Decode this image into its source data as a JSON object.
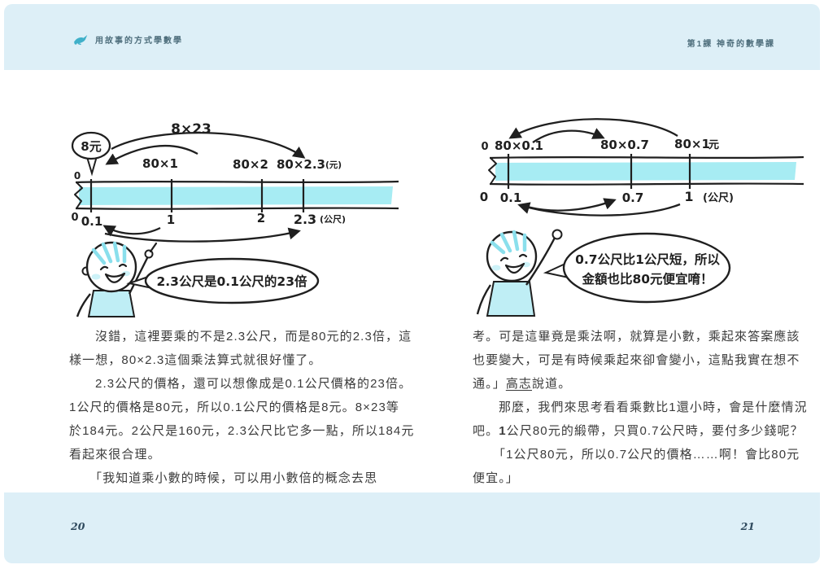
{
  "colors": {
    "band_background": "#ddeff7",
    "content_background": "#ffffff",
    "ribbon_cyan": "#a7ecf3",
    "hair_cyan": "#8adfec",
    "ink": "#222222",
    "body_text": "#3b3b3b",
    "header_text": "#4e6e7c",
    "logo_teal": "#3fb0c9"
  },
  "header": {
    "book_title": "用故事的方式學數學",
    "chapter": "第1課 神奇的數學課"
  },
  "footer": {
    "left_page_number": "20",
    "right_page_number": "21"
  },
  "left_page": {
    "diagram": {
      "multiply_label": "8×23",
      "price_bubble": "8元",
      "top_labels": [
        "0",
        "80×1",
        "80×2",
        "80×2.3",
        "(元)"
      ],
      "bottom_labels": [
        "0",
        "0.1",
        "1",
        "2",
        "2.3",
        "(公尺)"
      ],
      "speech_bubble": "2.3公尺是0.1公尺的23倍"
    },
    "paragraph_lines": [
      "沒錯，這裡要乘的不是2.3公尺，而是80元的2.3倍，這",
      "樣一想，80×2.3這個乘法算式就很好懂了。",
      "2.3公尺的價格，還可以想像成是0.1公尺價格的23倍。",
      "1公尺的價格是80元，所以0.1公尺的價格是8元。8×23等",
      "於184元。2公尺是160元，2.3公尺比它多一點，所以184元",
      "看起來很合理。",
      "「我知道乘小數的時候，可以用小數倍的概念去思"
    ]
  },
  "right_page": {
    "diagram": {
      "top_labels": [
        "0",
        "80×0.1",
        "80×0.7",
        "80×1",
        "元"
      ],
      "bottom_labels": [
        "0",
        "0.1",
        "0.7",
        "1",
        "(公尺)"
      ],
      "speech_bubble_line1": "0.7公尺比1公尺短，所以",
      "speech_bubble_line2": "金額也比80元便宜唷！"
    },
    "paragraph": {
      "line1": "考。可是這畢竟是乘法啊，就算是小數，乘起來答案應該",
      "line2": "也要變大，可是有時候乘起來卻會變小，這點我實在想不",
      "line3_pre": "通。」",
      "line3_name": "高志",
      "line3_post": "說道。",
      "line4": "那麼，我們來思考看看乘數比1還小時，會是什麼情況",
      "line5_pre": "吧。",
      "line5_bold": "1",
      "line5_post": "公尺80元的緞帶，只買0.7公尺時，要付多少錢呢？",
      "line6": "「1公尺80元，所以0.7公尺的價格……啊！會比80元",
      "line7": "便宜。」"
    }
  }
}
